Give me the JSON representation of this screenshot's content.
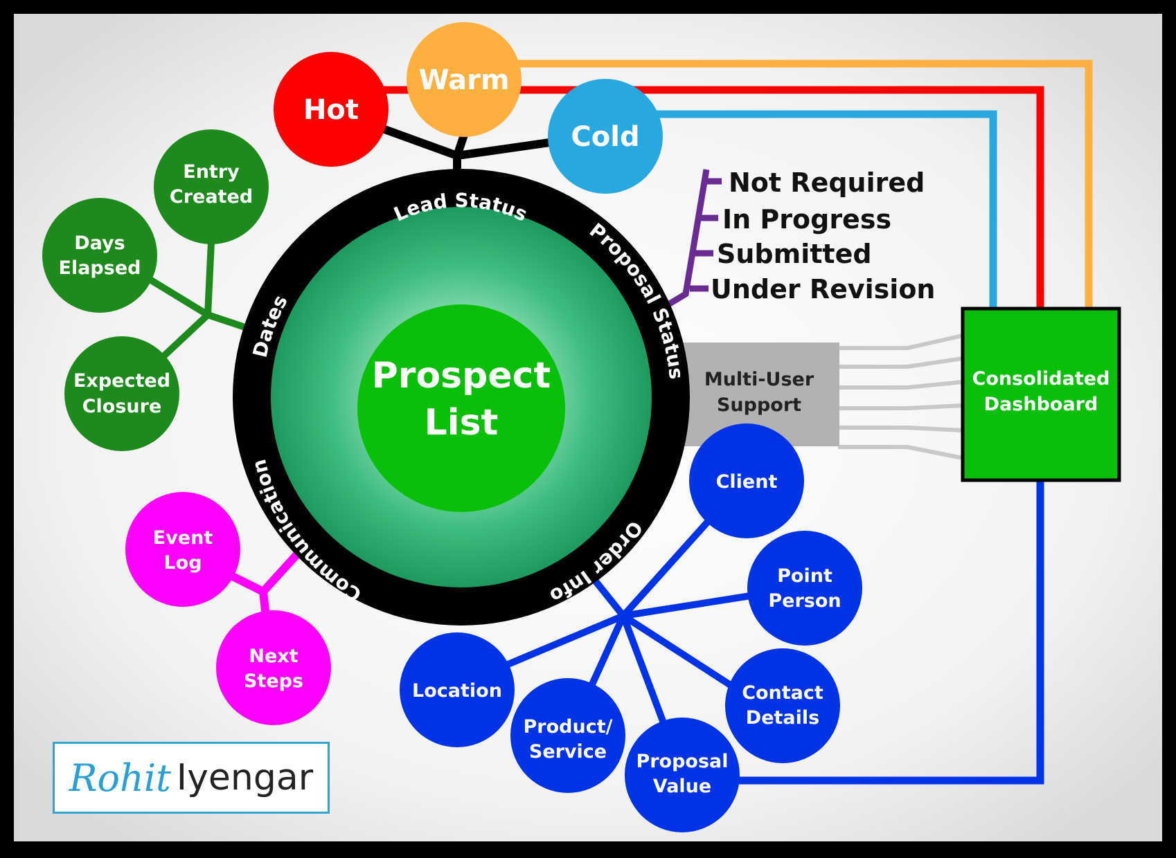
{
  "center": {
    "line1": "Prospect",
    "line2": "List"
  },
  "ring_labels": {
    "lead_status": "Lead Status",
    "proposal_status": "Proposal Status",
    "dates": "Dates",
    "communication": "Communication",
    "order_info": "Order Info"
  },
  "lead_status": {
    "hot": "Hot",
    "warm": "Warm",
    "cold": "Cold"
  },
  "proposal_status": [
    "Not Required",
    "In Progress",
    "Submitted",
    "Under Revision"
  ],
  "dates": {
    "entry_created": [
      "Entry",
      "Created"
    ],
    "days_elapsed": [
      "Days",
      "Elapsed"
    ],
    "expected_closure": [
      "Expected",
      "Closure"
    ]
  },
  "communication": {
    "event_log": [
      "Event",
      "Log"
    ],
    "next_steps": [
      "Next",
      "Steps"
    ]
  },
  "order_info": {
    "client": "Client",
    "point_person": [
      "Point",
      "Person"
    ],
    "contact_details": [
      "Contact",
      "Details"
    ],
    "proposal_value": [
      "Proposal",
      "Value"
    ],
    "product_service": [
      "Product/",
      "Service"
    ],
    "location": "Location"
  },
  "multi_user": [
    "Multi-User",
    "Support"
  ],
  "dashboard": [
    "Consolidated",
    "Dashboard"
  ],
  "logo": {
    "first": "Rohit",
    "last": "Iyengar"
  },
  "colors": {
    "hot": "#ff0000",
    "warm": "#fdb03f",
    "cold": "#29a8e0",
    "dates_green": "#1e8a1e",
    "communication_magenta": "#ff00ff",
    "order_blue": "#0033e6",
    "proposal_purple": "#6a2c91",
    "center_green": "#0abf0a",
    "dashboard_green": "#0abf0a"
  }
}
